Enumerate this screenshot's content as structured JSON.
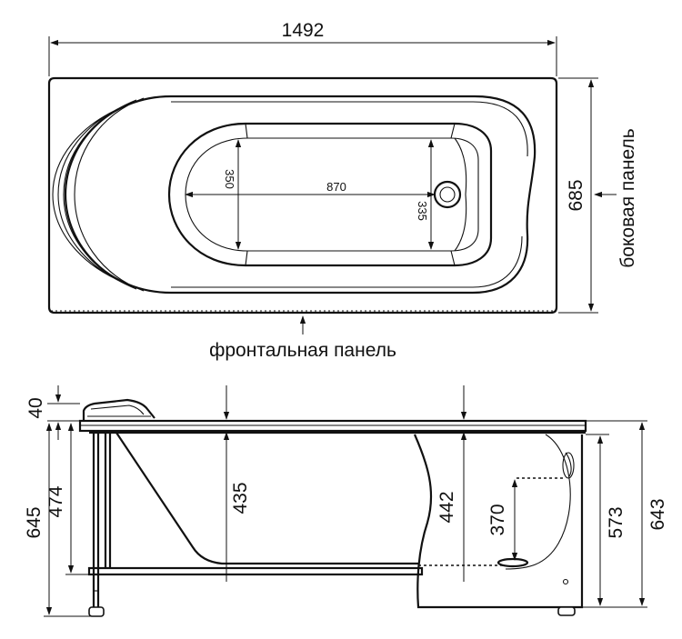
{
  "top_view": {
    "length": "1492",
    "width": "685",
    "inner_length": "870",
    "inner_width_left": "350",
    "inner_width_right": "335",
    "side_panel_label": "боковая панель",
    "front_panel_label": "фронтальная панель"
  },
  "side_view": {
    "rim_height": "40",
    "total_height_left": "645",
    "leg_height": "474",
    "depth_left": "435",
    "depth_right": "442",
    "drain_height": "370",
    "panel_height": "573",
    "total_height_right": "643"
  }
}
